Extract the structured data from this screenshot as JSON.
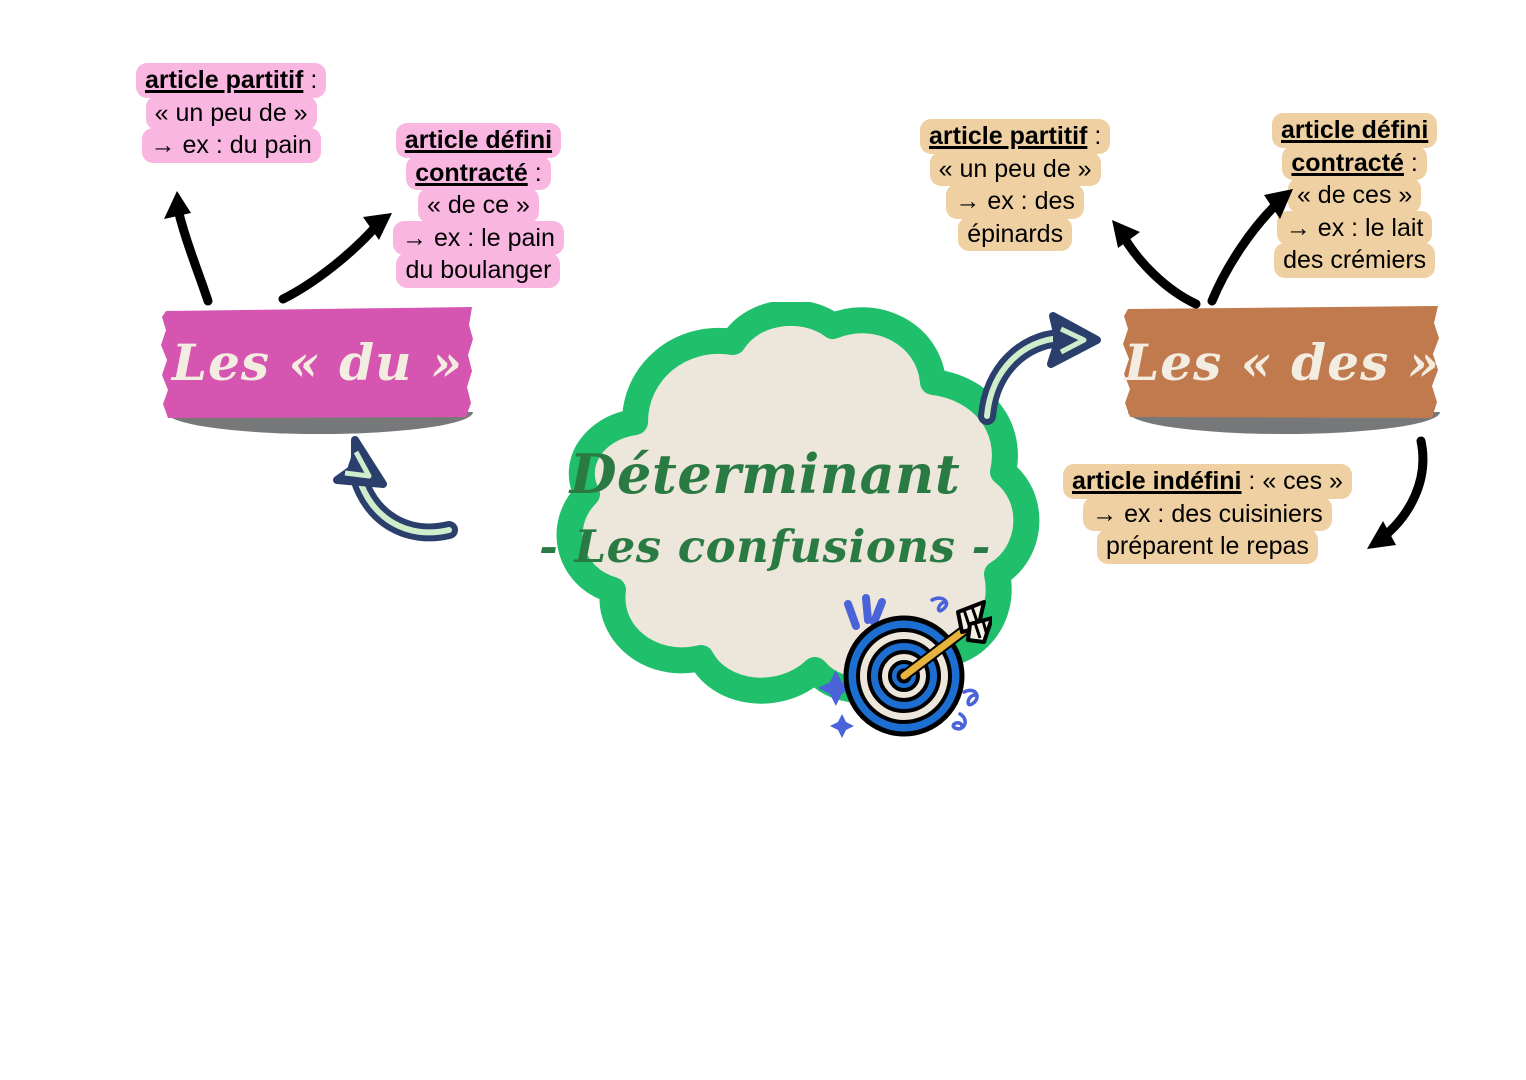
{
  "page": {
    "background_color": "#ffffff",
    "title_main": "Déterminant",
    "title_sub": "- Les confusions -"
  },
  "colors": {
    "cloud_outline": "#1fbf6b",
    "cloud_fill": "#ede6da",
    "cloud_text": "#2a7a44",
    "pink_banner": "#d655b0",
    "pink_highlight": "#f9b6e0",
    "brown_banner": "#c17a4d",
    "tan_highlight": "#eed0a2",
    "banner_text": "#f3ece0",
    "banner_shadow": "#77787a",
    "black_arrow": "#000000",
    "blue_arrow": "#2a3f6b",
    "blue_arrow_highlight": "#cfeccb",
    "dart_blue": "#1c6fd0",
    "dart_cream": "#ede6da",
    "dart_arrow_gold": "#e8b33c"
  },
  "center": {
    "node_name": "Déterminant - Les confusions -"
  },
  "branches": [
    {
      "id": "du",
      "banner_label": "Les « du »",
      "banner_color": "#d655b0",
      "notes": [
        {
          "id": "du-partitif",
          "theme": "pink",
          "lines": [
            {
              "bold": "article partitif",
              "rest": " :"
            },
            {
              "bold": "",
              "rest": "« un peu de »"
            },
            {
              "bold": "",
              "rest": "→ ex : du pain"
            }
          ]
        },
        {
          "id": "du-defini-contracte",
          "theme": "pink",
          "lines": [
            {
              "bold": "article défini",
              "rest": ""
            },
            {
              "bold": "contracté",
              "rest": " :"
            },
            {
              "bold": "",
              "rest": "« de ce »"
            },
            {
              "bold": "",
              "rest": "→ ex : le pain"
            },
            {
              "bold": "",
              "rest": "du boulanger"
            }
          ]
        }
      ]
    },
    {
      "id": "des",
      "banner_label": "Les « des »",
      "banner_color": "#c17a4d",
      "notes": [
        {
          "id": "des-partitif",
          "theme": "tan",
          "lines": [
            {
              "bold": "article partitif",
              "rest": " :"
            },
            {
              "bold": "",
              "rest": "« un peu de »"
            },
            {
              "bold": "",
              "rest": "→ ex : des"
            },
            {
              "bold": "",
              "rest": "épinards"
            }
          ]
        },
        {
          "id": "des-defini-contracte",
          "theme": "tan",
          "lines": [
            {
              "bold": "article défini",
              "rest": ""
            },
            {
              "bold": "contracté",
              "rest": " :"
            },
            {
              "bold": "",
              "rest": "« de ces »"
            },
            {
              "bold": "",
              "rest": "→ ex : le lait"
            },
            {
              "bold": "",
              "rest": "des crémiers"
            }
          ]
        },
        {
          "id": "des-indefini",
          "theme": "tan",
          "lines": [
            {
              "bold": "article indéfini",
              "rest": " : « ces »"
            },
            {
              "bold": "",
              "rest": "→ ex : des cuisiniers"
            },
            {
              "bold": "",
              "rest": "préparent le repas"
            }
          ]
        }
      ]
    }
  ],
  "icons": {
    "dartboard": "dartboard-icon",
    "arrow_black_curved": "curved-arrow-icon",
    "arrow_blue_curved": "blue-curved-arrow-icon"
  }
}
